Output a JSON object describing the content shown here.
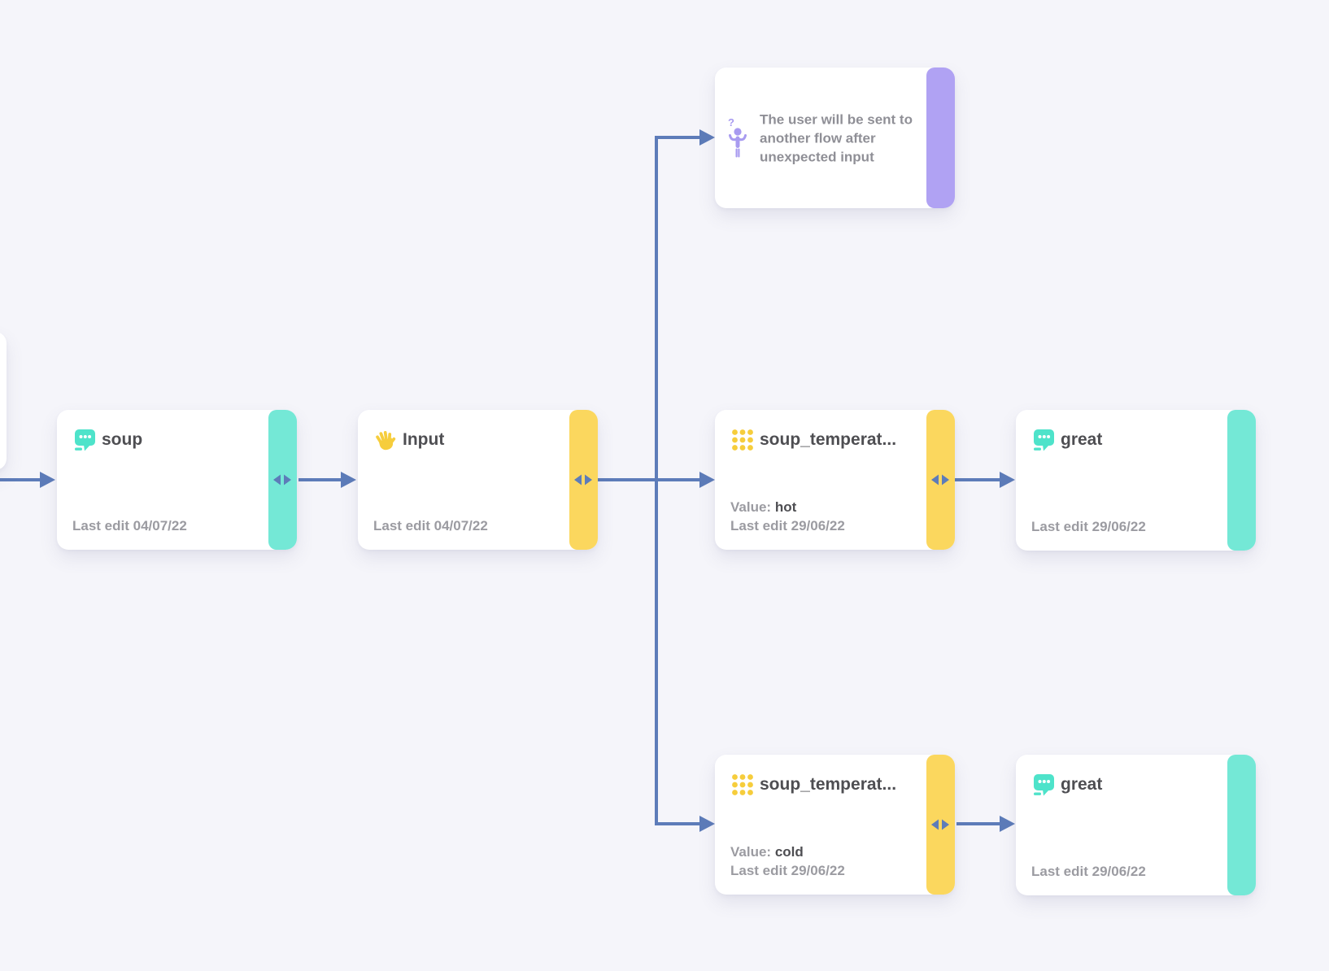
{
  "flow": {
    "nodes": {
      "soup": {
        "title": "soup",
        "last_edit": "Last edit 04/07/22"
      },
      "input": {
        "title": "Input",
        "last_edit": "Last edit 04/07/22"
      },
      "unexpected_input": {
        "message": "The user will be sent to another flow after unexpected input"
      },
      "soup_temperature_hot": {
        "title": "soup_temperat...",
        "value_label": "Value: ",
        "value": "hot",
        "last_edit": "Last edit 29/06/22"
      },
      "great_top": {
        "title": "great",
        "last_edit": "Last edit 29/06/22"
      },
      "soup_temperature_cold": {
        "title": "soup_temperat...",
        "value_label": "Value: ",
        "value": "cold",
        "last_edit": "Last edit 29/06/22"
      },
      "great_bottom": {
        "title": "great",
        "last_edit": "Last edit 29/06/22"
      }
    },
    "colors": {
      "background": "#f5f5fa",
      "card": "#ffffff",
      "teal_bar": "#74e8d6",
      "yellow_bar": "#fbd75e",
      "purple_bar": "#b0a2f3",
      "connector_blue": "#5d7cb9",
      "icon_teal": "#4ee3ca",
      "icon_yellow": "#f6cd3c",
      "icon_purple": "#a89bf0",
      "title_text": "#4e4e52",
      "muted_text": "#9b9ba1"
    }
  }
}
